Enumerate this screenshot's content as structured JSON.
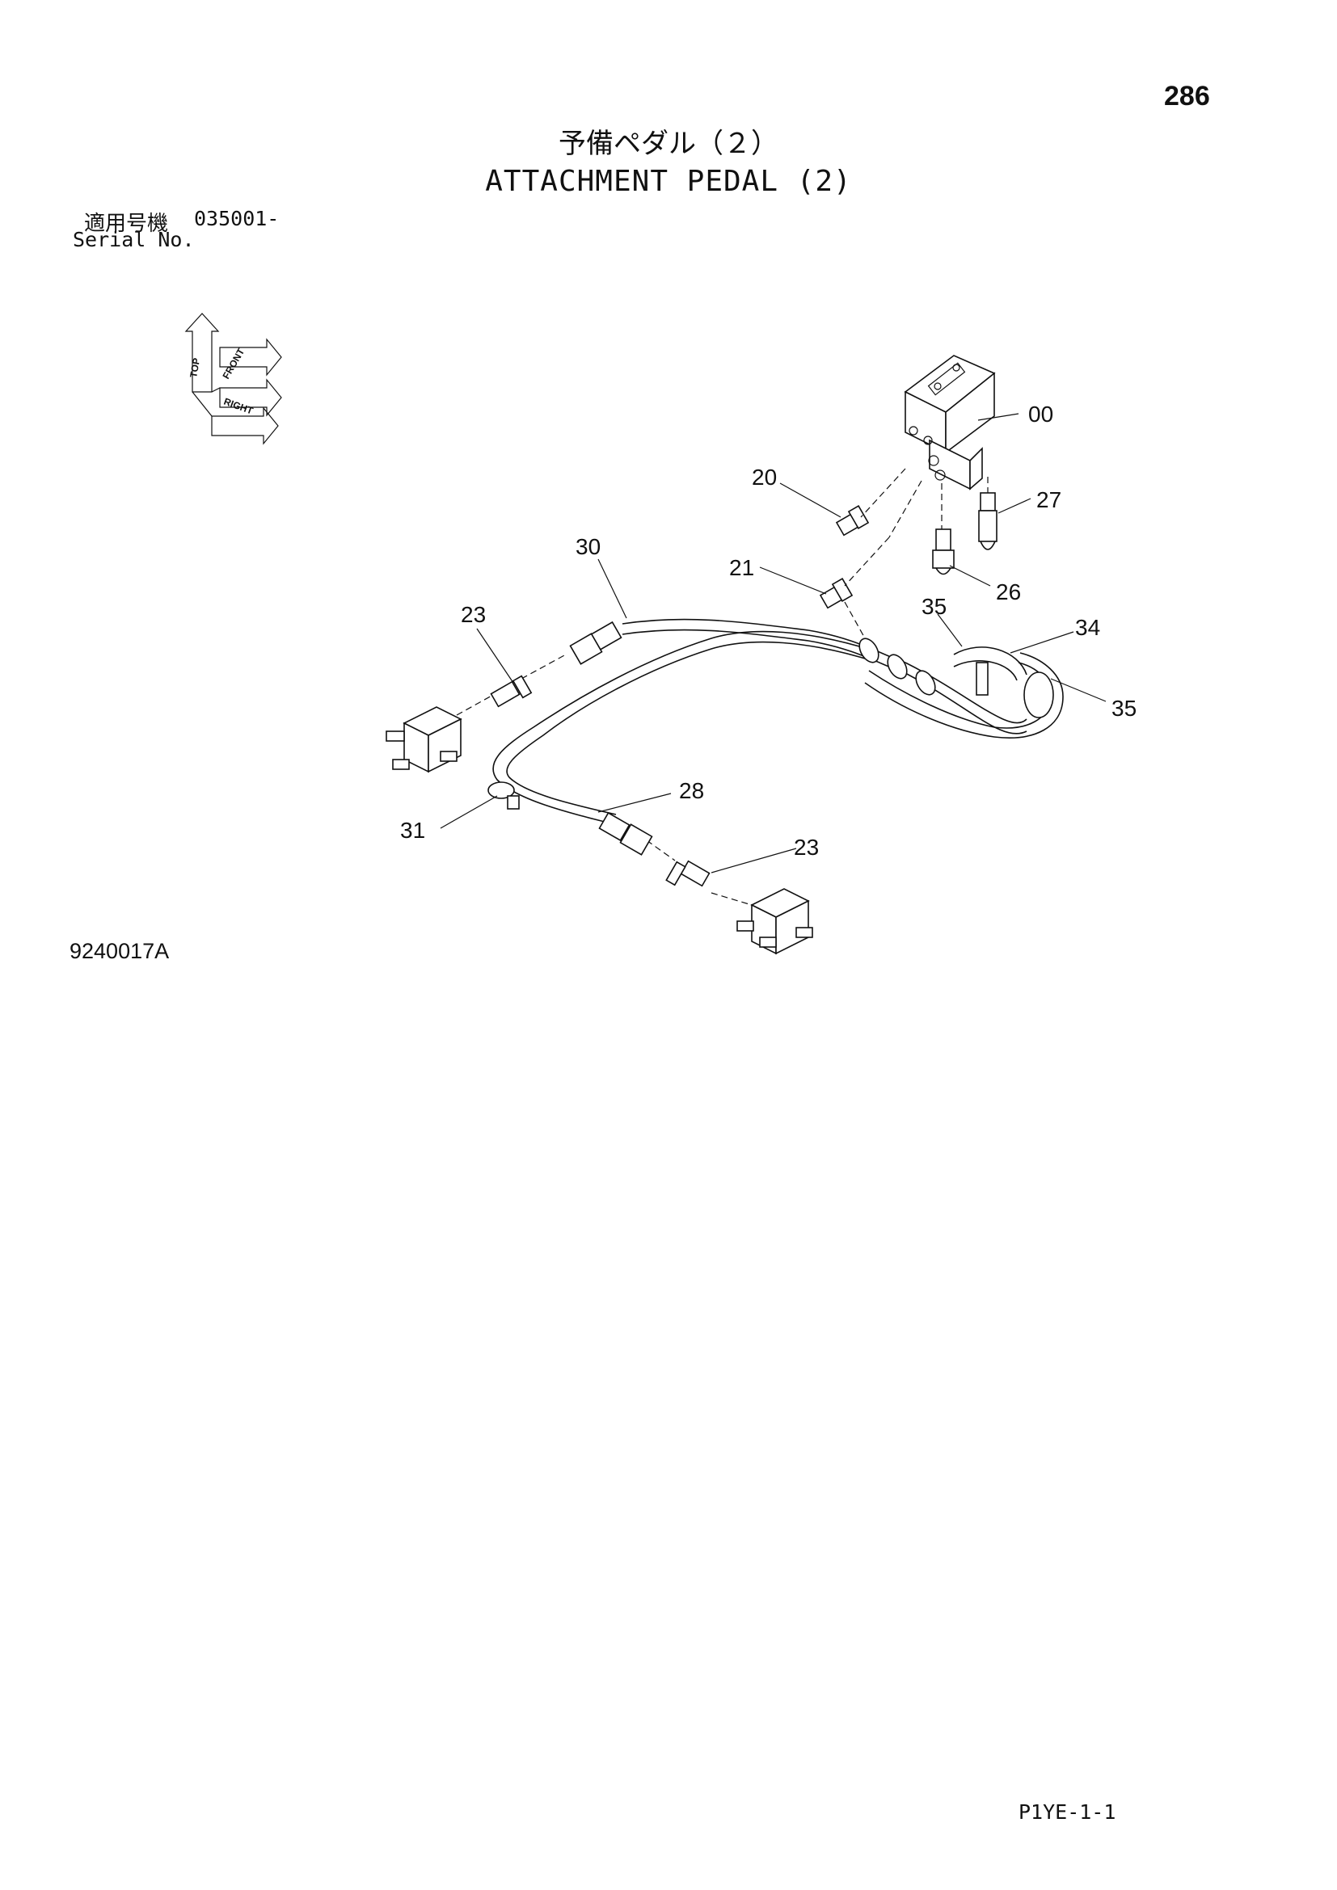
{
  "page_number": "286",
  "title": {
    "japanese": "予備ペダル（２）",
    "english": "ATTACHMENT PEDAL (2)"
  },
  "serial": {
    "japanese_label": "適用号機",
    "value": "035001-",
    "english_label": "Serial No."
  },
  "orientation_indicator": {
    "labels": [
      "TOP",
      "FRONT",
      "RIGHT"
    ]
  },
  "callouts": {
    "c00": "00",
    "c20": "20",
    "c21": "21",
    "c23a": "23",
    "c23b": "23",
    "c26": "26",
    "c27": "27",
    "c28": "28",
    "c30": "30",
    "c31": "31",
    "c34": "34",
    "c35a": "35",
    "c35b": "35"
  },
  "drawing_id": "9240017A",
  "footer_code": "P1YE-1-1"
}
